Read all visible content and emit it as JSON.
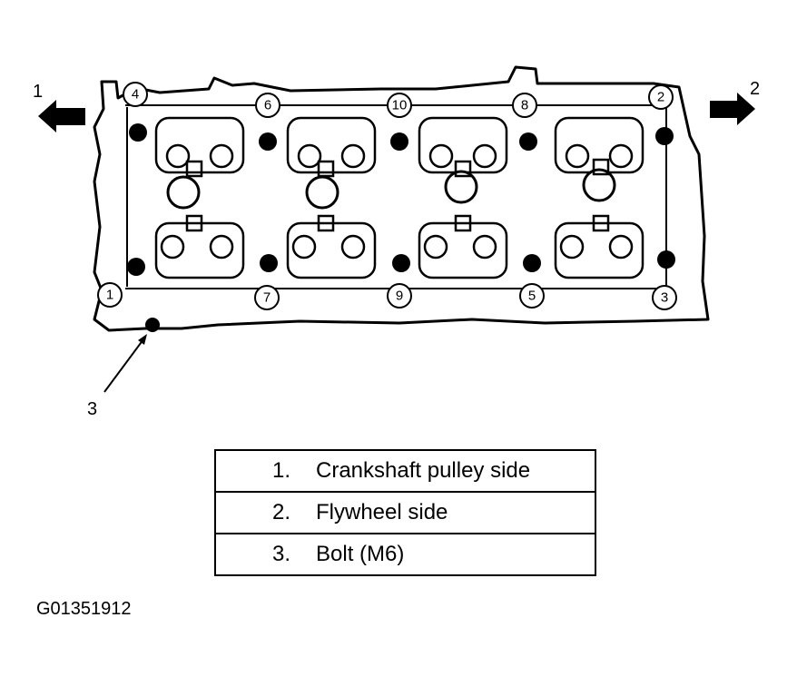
{
  "callouts": {
    "one": "1",
    "two": "2",
    "three": "3"
  },
  "bolts": [
    {
      "label": "4"
    },
    {
      "label": "6"
    },
    {
      "label": "10"
    },
    {
      "label": "8"
    },
    {
      "label": "2"
    },
    {
      "label": "1"
    },
    {
      "label": "7"
    },
    {
      "label": "9"
    },
    {
      "label": "5"
    },
    {
      "label": "3"
    }
  ],
  "legend": [
    {
      "num": "1.",
      "text": "Crankshaft pulley side"
    },
    {
      "num": "2.",
      "text": "Flywheel side"
    },
    {
      "num": "3.",
      "text": "Bolt (M6)"
    }
  ],
  "figure_code": "G01351912"
}
